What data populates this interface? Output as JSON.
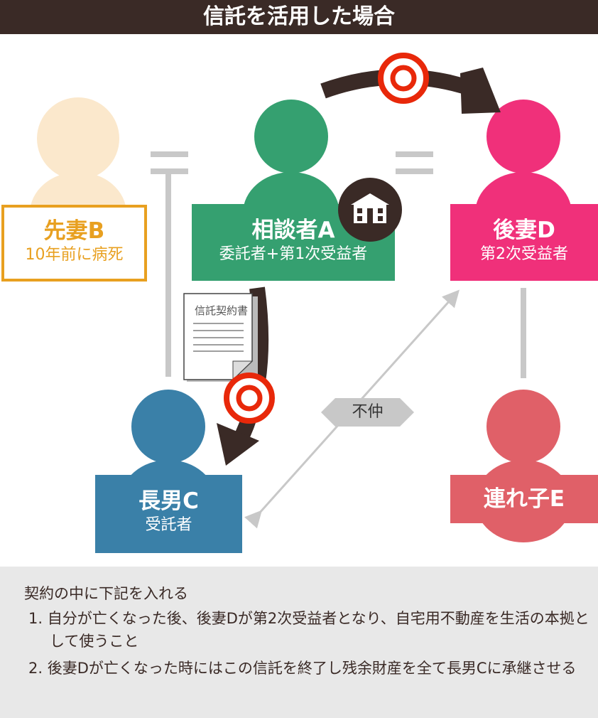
{
  "title": "信託を活用した場合",
  "people": {
    "b": {
      "name": "先妻B",
      "role": "10年前に病死",
      "color": "#e8a020"
    },
    "a": {
      "name": "相談者A",
      "role": "委託者+第1次受益者",
      "color": "#35a070"
    },
    "d": {
      "name": "後妻D",
      "role": "第2次受益者",
      "color": "#f0307a"
    },
    "c": {
      "name": "長男C",
      "role": "受託者",
      "color": "#3a80a8"
    },
    "e": {
      "name": "連れ子E",
      "color": "#e06068"
    }
  },
  "document_label": "信託契約書",
  "conflict_label": "不仲",
  "icons": [
    "house-icon",
    "target-icon",
    "document-icon"
  ],
  "note": {
    "heading": "契約の中に下記を入れる",
    "items": [
      "1. 自分が亡くなった後、後妻Dが第2次受益者となり、自宅用不動産を生活の本拠として使うこと",
      "2. 後妻Dが亡くなった時にはこの信託を終了し残余財産を全て長男Cに承継させる"
    ]
  }
}
